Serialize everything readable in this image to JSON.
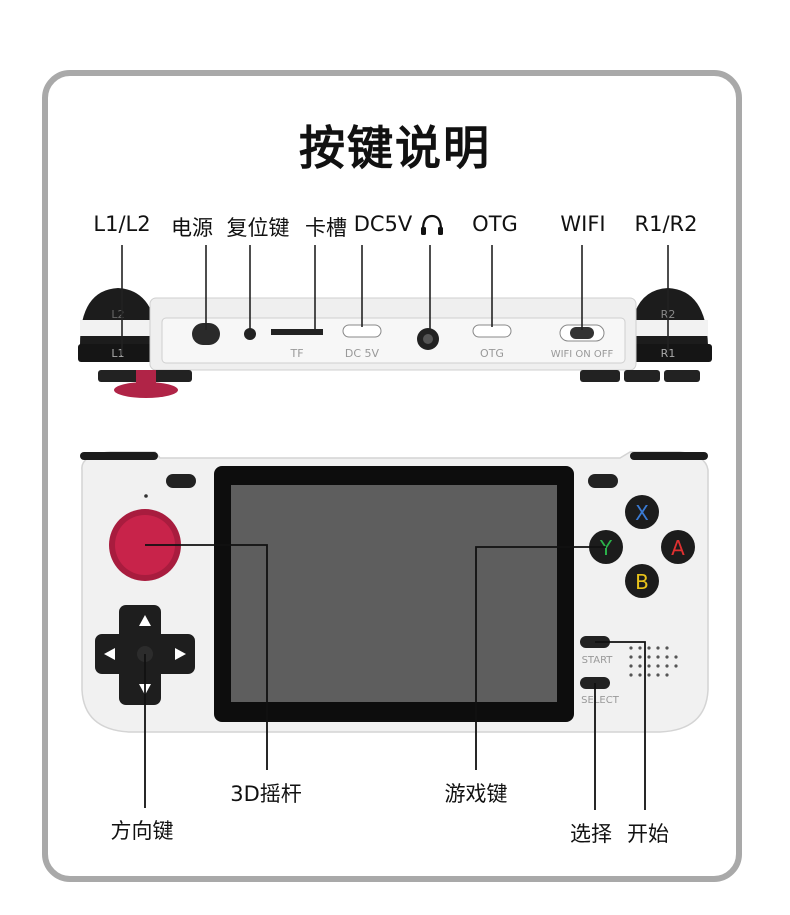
{
  "title": "按键说明",
  "top_labels": {
    "l1l2": "L1/L2",
    "power": "电源",
    "reset": "复位键",
    "card_slot": "卡槽",
    "dc5v": "DC5V",
    "headphone_icon": "headphones-icon",
    "otg": "OTG",
    "wifi": "WIFI",
    "r1r2": "R1/R2"
  },
  "device_side": {
    "l2": "L2",
    "l1": "L1",
    "r2": "R2",
    "r1": "R1",
    "tf": "TF",
    "dc": "DC 5V",
    "otg": "OTG",
    "wifi": "WIFI ON OFF"
  },
  "device_front": {
    "x": "X",
    "y": "Y",
    "a": "A",
    "b": "B",
    "start": "START",
    "select": "SELECT"
  },
  "bottom_labels": {
    "joystick": "3D摇杆",
    "game_keys": "游戏键",
    "dpad": "方向键",
    "select": "选择",
    "start": "开始"
  },
  "colors": {
    "stick": "#c8234a",
    "x": "#3a7bd5",
    "y": "#2bb34a",
    "a": "#e03030",
    "b": "#e8c21a"
  }
}
